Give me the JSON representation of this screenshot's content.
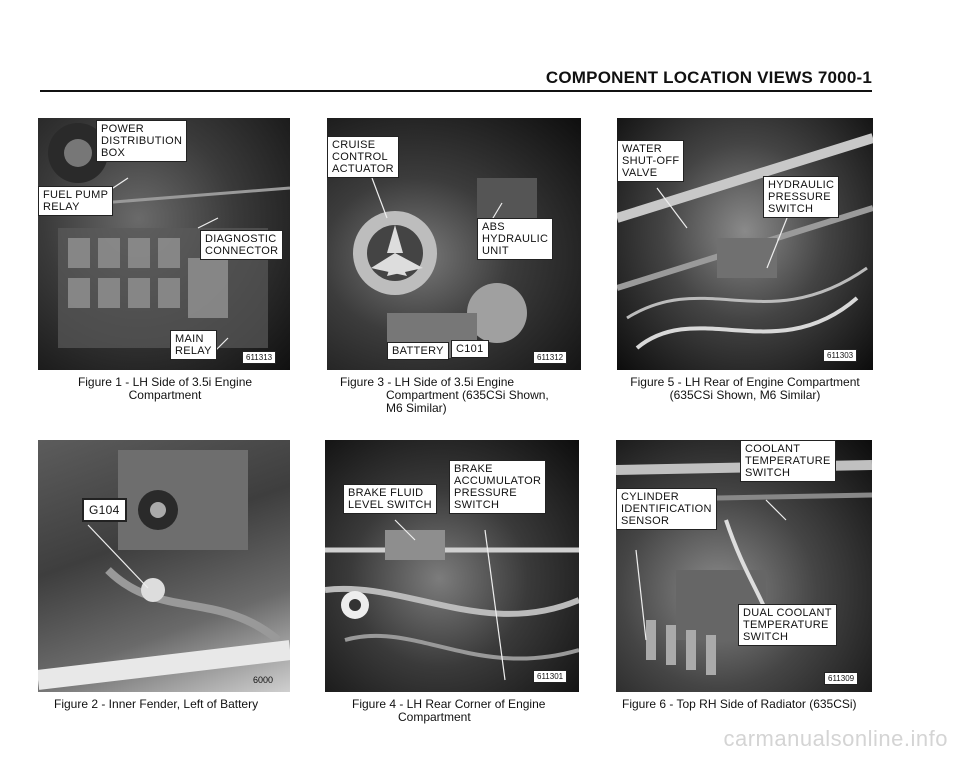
{
  "header": {
    "title": "COMPONENT LOCATION VIEWS    7000-1"
  },
  "figures": [
    {
      "id": "fig1",
      "labels": {
        "power": "POWER\nDISTRIBUTION\nBOX",
        "fuel": "FUEL PUMP\nRELAY",
        "diag": "DIAGNOSTIC\nCONNECTOR",
        "main": "MAIN\nRELAY"
      },
      "number": "611313",
      "caption": {
        "line1": "Figure 1 - LH Side of 3.5i Engine",
        "line2": "Compartment"
      }
    },
    {
      "id": "fig3",
      "labels": {
        "cruise": "CRUISE\nCONTROL\nACTUATOR",
        "abs": "ABS\nHYDRAULIC\nUNIT",
        "battery": "BATTERY",
        "c101": "C101"
      },
      "number": "611312",
      "caption": {
        "line1": "Figure 3 - LH Side of 3.5i Engine",
        "line2": "Compartment (635CSi Shown,",
        "line3": "M6 Similar)"
      }
    },
    {
      "id": "fig5",
      "labels": {
        "water": "WATER\nSHUT-OFF\nVALVE",
        "hydraulic": "HYDRAULIC\nPRESSURE\nSWITCH"
      },
      "number": "611303",
      "caption": {
        "line1": "Figure 5 - LH Rear of Engine Compartment",
        "line2": "(635CSi Shown, M6 Similar)"
      }
    },
    {
      "id": "fig2",
      "labels": {
        "g104": "G104"
      },
      "number": "6000",
      "caption": {
        "line1": "Figure 2 - Inner Fender, Left of Battery"
      }
    },
    {
      "id": "fig4",
      "labels": {
        "fluid": "BRAKE FLUID\nLEVEL SWITCH",
        "accum": "BRAKE\nACCUMULATOR\nPRESSURE\nSWITCH"
      },
      "number": "611301",
      "caption": {
        "line1": "Figure 4 - LH Rear Corner of Engine",
        "line2": "Compartment"
      }
    },
    {
      "id": "fig6",
      "labels": {
        "coolant": "COOLANT\nTEMPERATURE\nSWITCH",
        "cylinder": "CYLINDER\nIDENTIFICATION\nSENSOR",
        "dual": "DUAL COOLANT\nTEMPERATURE\nSWITCH"
      },
      "number": "611309",
      "caption": {
        "line1": "Figure 6 - Top RH Side of Radiator (635CSi)"
      }
    }
  ],
  "watermark": "carmanualsonline.info"
}
